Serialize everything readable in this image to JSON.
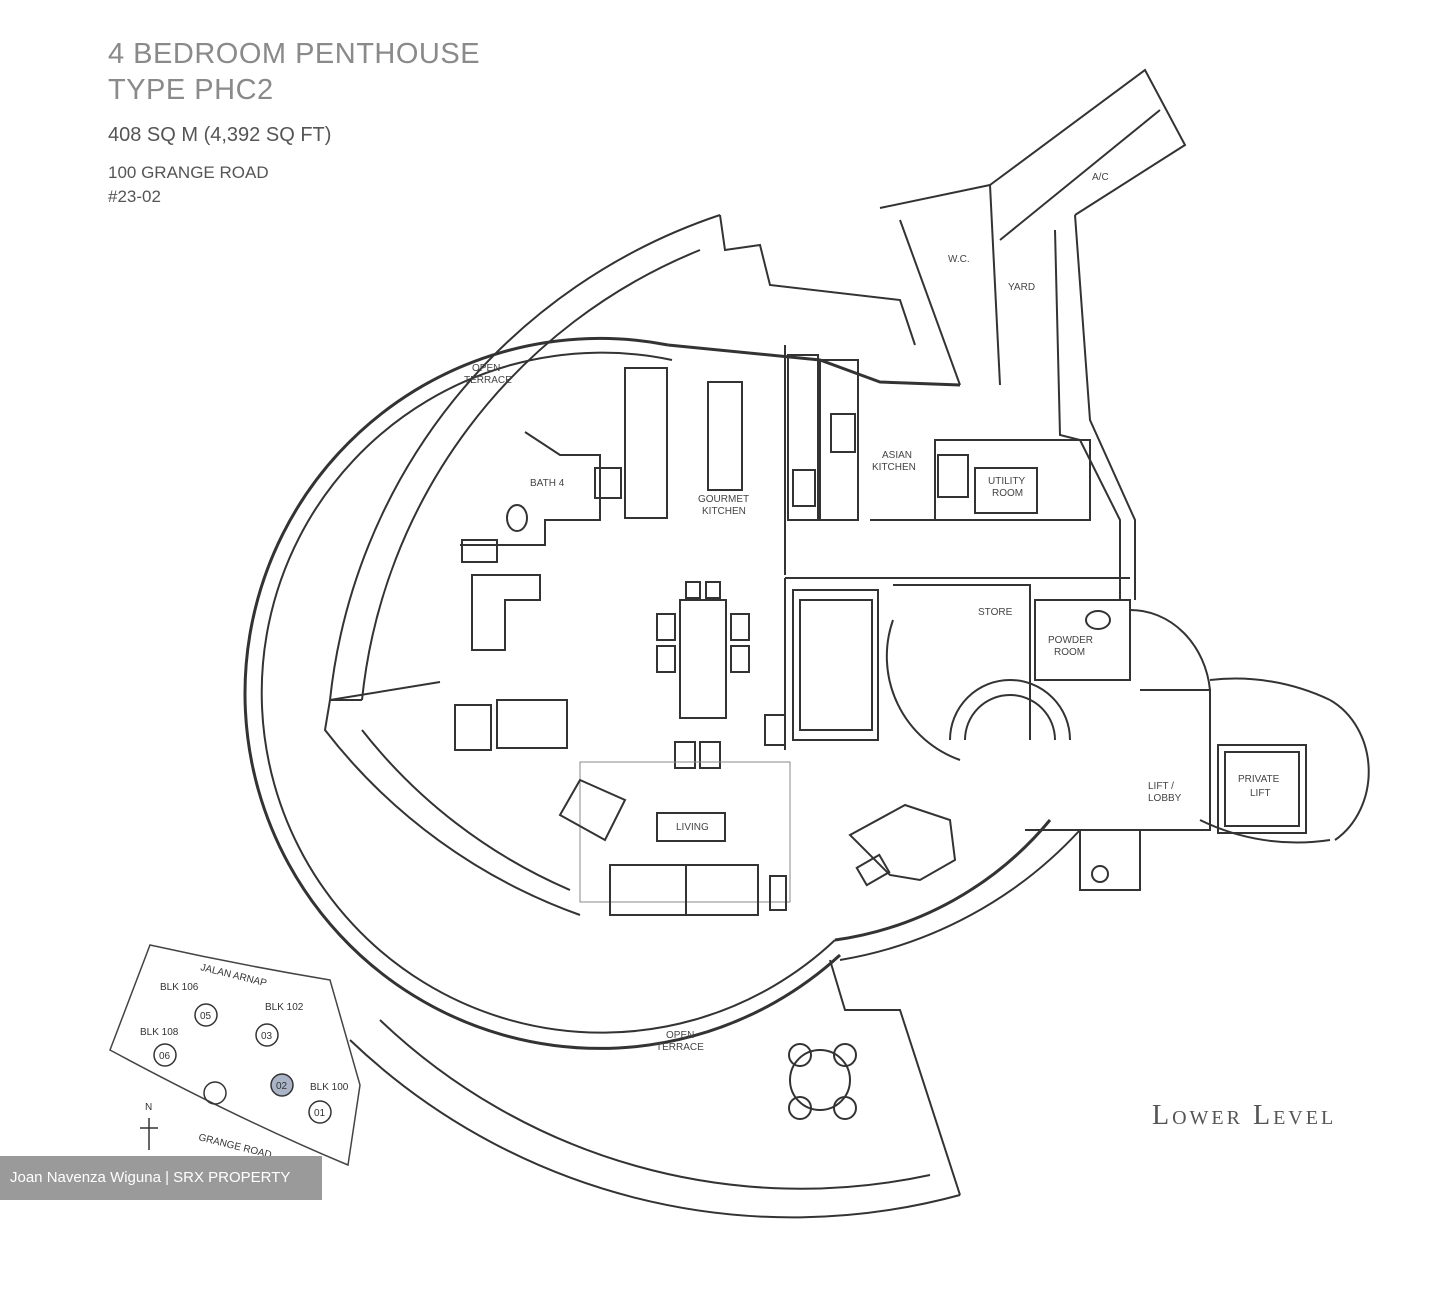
{
  "header": {
    "title_line1": "4 BEDROOM PENTHOUSE",
    "title_line2": "TYPE PHC2",
    "area": "408 SQ M (4,392 SQ FT)",
    "address_line1": "100 GRANGE ROAD",
    "address_line2": "#23-02"
  },
  "rooms": {
    "ac": "A/C",
    "wc": "W.C.",
    "yard": "YARD",
    "open_terrace_top_1": "OPEN",
    "open_terrace_top_2": "TERRACE",
    "asian_kitchen_1": "ASIAN",
    "asian_kitchen_2": "KITCHEN",
    "utility_room_1": "UTILITY",
    "utility_room_2": "ROOM",
    "bath4": "BATH 4",
    "gourmet_kitchen_1": "GOURMET",
    "gourmet_kitchen_2": "KITCHEN",
    "store": "STORE",
    "powder_room_1": "POWDER",
    "powder_room_2": "ROOM",
    "private_lift_lobby_1": "LIFT /",
    "private_lift_lobby_2": "LOBBY",
    "private_lift_1": "PRIVATE",
    "private_lift_2": "LIFT",
    "living": "LIVING",
    "open_terrace_bottom_1": "OPEN",
    "open_terrace_bottom_2": "TERRACE"
  },
  "keyplan": {
    "road_top": "JALAN ARNAP",
    "road_bottom": "GRANGE ROAD",
    "north": "N",
    "blk106": "BLK 106",
    "blk102": "BLK 102",
    "blk108": "BLK 108",
    "blk100": "BLK 100",
    "unit05": "05",
    "unit03": "03",
    "unit06": "06",
    "unit02": "02",
    "unit01": "01"
  },
  "level_label": "Lower Level",
  "credit": "Joan Navenza Wiguna | SRX PROPERTY"
}
